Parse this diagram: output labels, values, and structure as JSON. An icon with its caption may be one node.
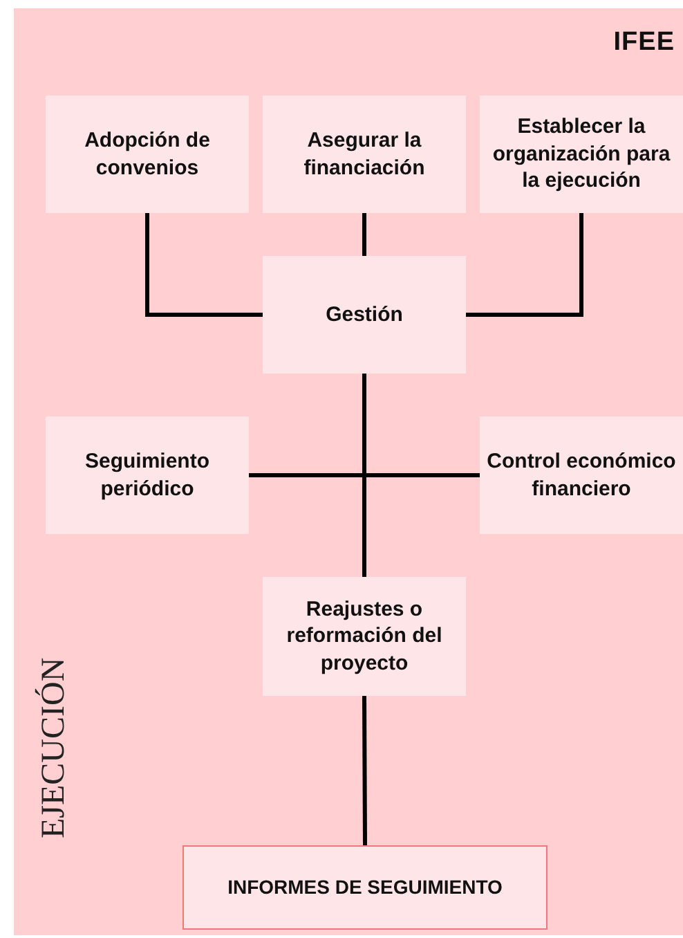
{
  "diagram": {
    "nodes": [
      {
        "text": [
          "IFEE",
          "EJECUCIÓN"
        ]
      },
      {
        "text": [
          "Adopción de convenios"
        ],
        "in": 0
      },
      {
        "text": [
          "Asegurar la financiación"
        ],
        "in": 0
      },
      {
        "text": [
          "Establecer la organización para la ejecución"
        ],
        "in": 0
      },
      {
        "text": [
          "Gestión"
        ],
        "in": 0
      },
      {
        "text": [
          "Seguimiento periódico"
        ],
        "in": 0
      },
      {
        "text": [
          "Control económico financiero"
        ],
        "in": 0
      },
      {
        "text": [
          "Reajustes o reformación del proyecto"
        ],
        "in": 0
      },
      {
        "text": [
          "INFORMES DE SEGUIMIENTO"
        ],
        "in": 0
      }
    ],
    "edges": [
      {
        "from": 1,
        "to": 4,
        "arrow": "none"
      },
      {
        "from": 2,
        "to": 4,
        "arrow": "none"
      },
      {
        "from": 3,
        "to": 4,
        "arrow": "none"
      },
      {
        "from": 5,
        "to": 6,
        "arrow": "none"
      },
      {
        "from": 4,
        "to": 7,
        "arrow": "none"
      },
      {
        "from": 7,
        "to": 8,
        "arrow": "none"
      }
    ]
  }
}
